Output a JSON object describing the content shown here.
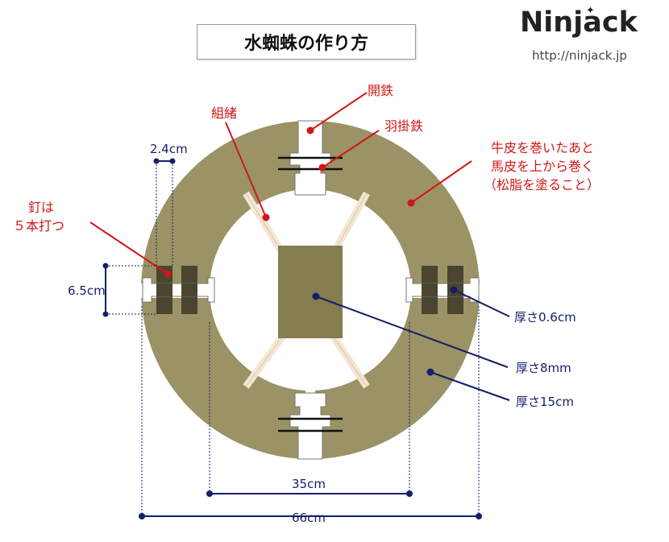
{
  "title": "水蜘蛛の作り方",
  "brand": {
    "logo": "Ninjack",
    "url": "http://ninjack.jp"
  },
  "labels": {
    "kaitetsu": "開鉄",
    "kumio": "組緒",
    "hanekaketetsu": "羽掛鉄",
    "leather_line1": "牛皮を巻いたあと",
    "leather_line2": "馬皮を上から巻く",
    "leather_line3": "（松脂を塗ること）",
    "nail_line1": "釘は",
    "nail_line2": "５本打つ"
  },
  "dimensions": {
    "width_small": "2.4cm",
    "height_small": "6.5cm",
    "thickness_a": "厚さ0.6cm",
    "thickness_b": "厚さ8mm",
    "thickness_c": "厚さ15cm",
    "inner_diameter": "35cm",
    "outer_diameter": "66cm"
  },
  "colors": {
    "wood": "#9b9265",
    "wood_light": "#aaa176",
    "wood_dark": "#4a4530",
    "center_plate": "#857c4f",
    "annotation_red": "#d01818",
    "annotation_blue": "#151e6a",
    "strut": "#f3e6d3"
  }
}
